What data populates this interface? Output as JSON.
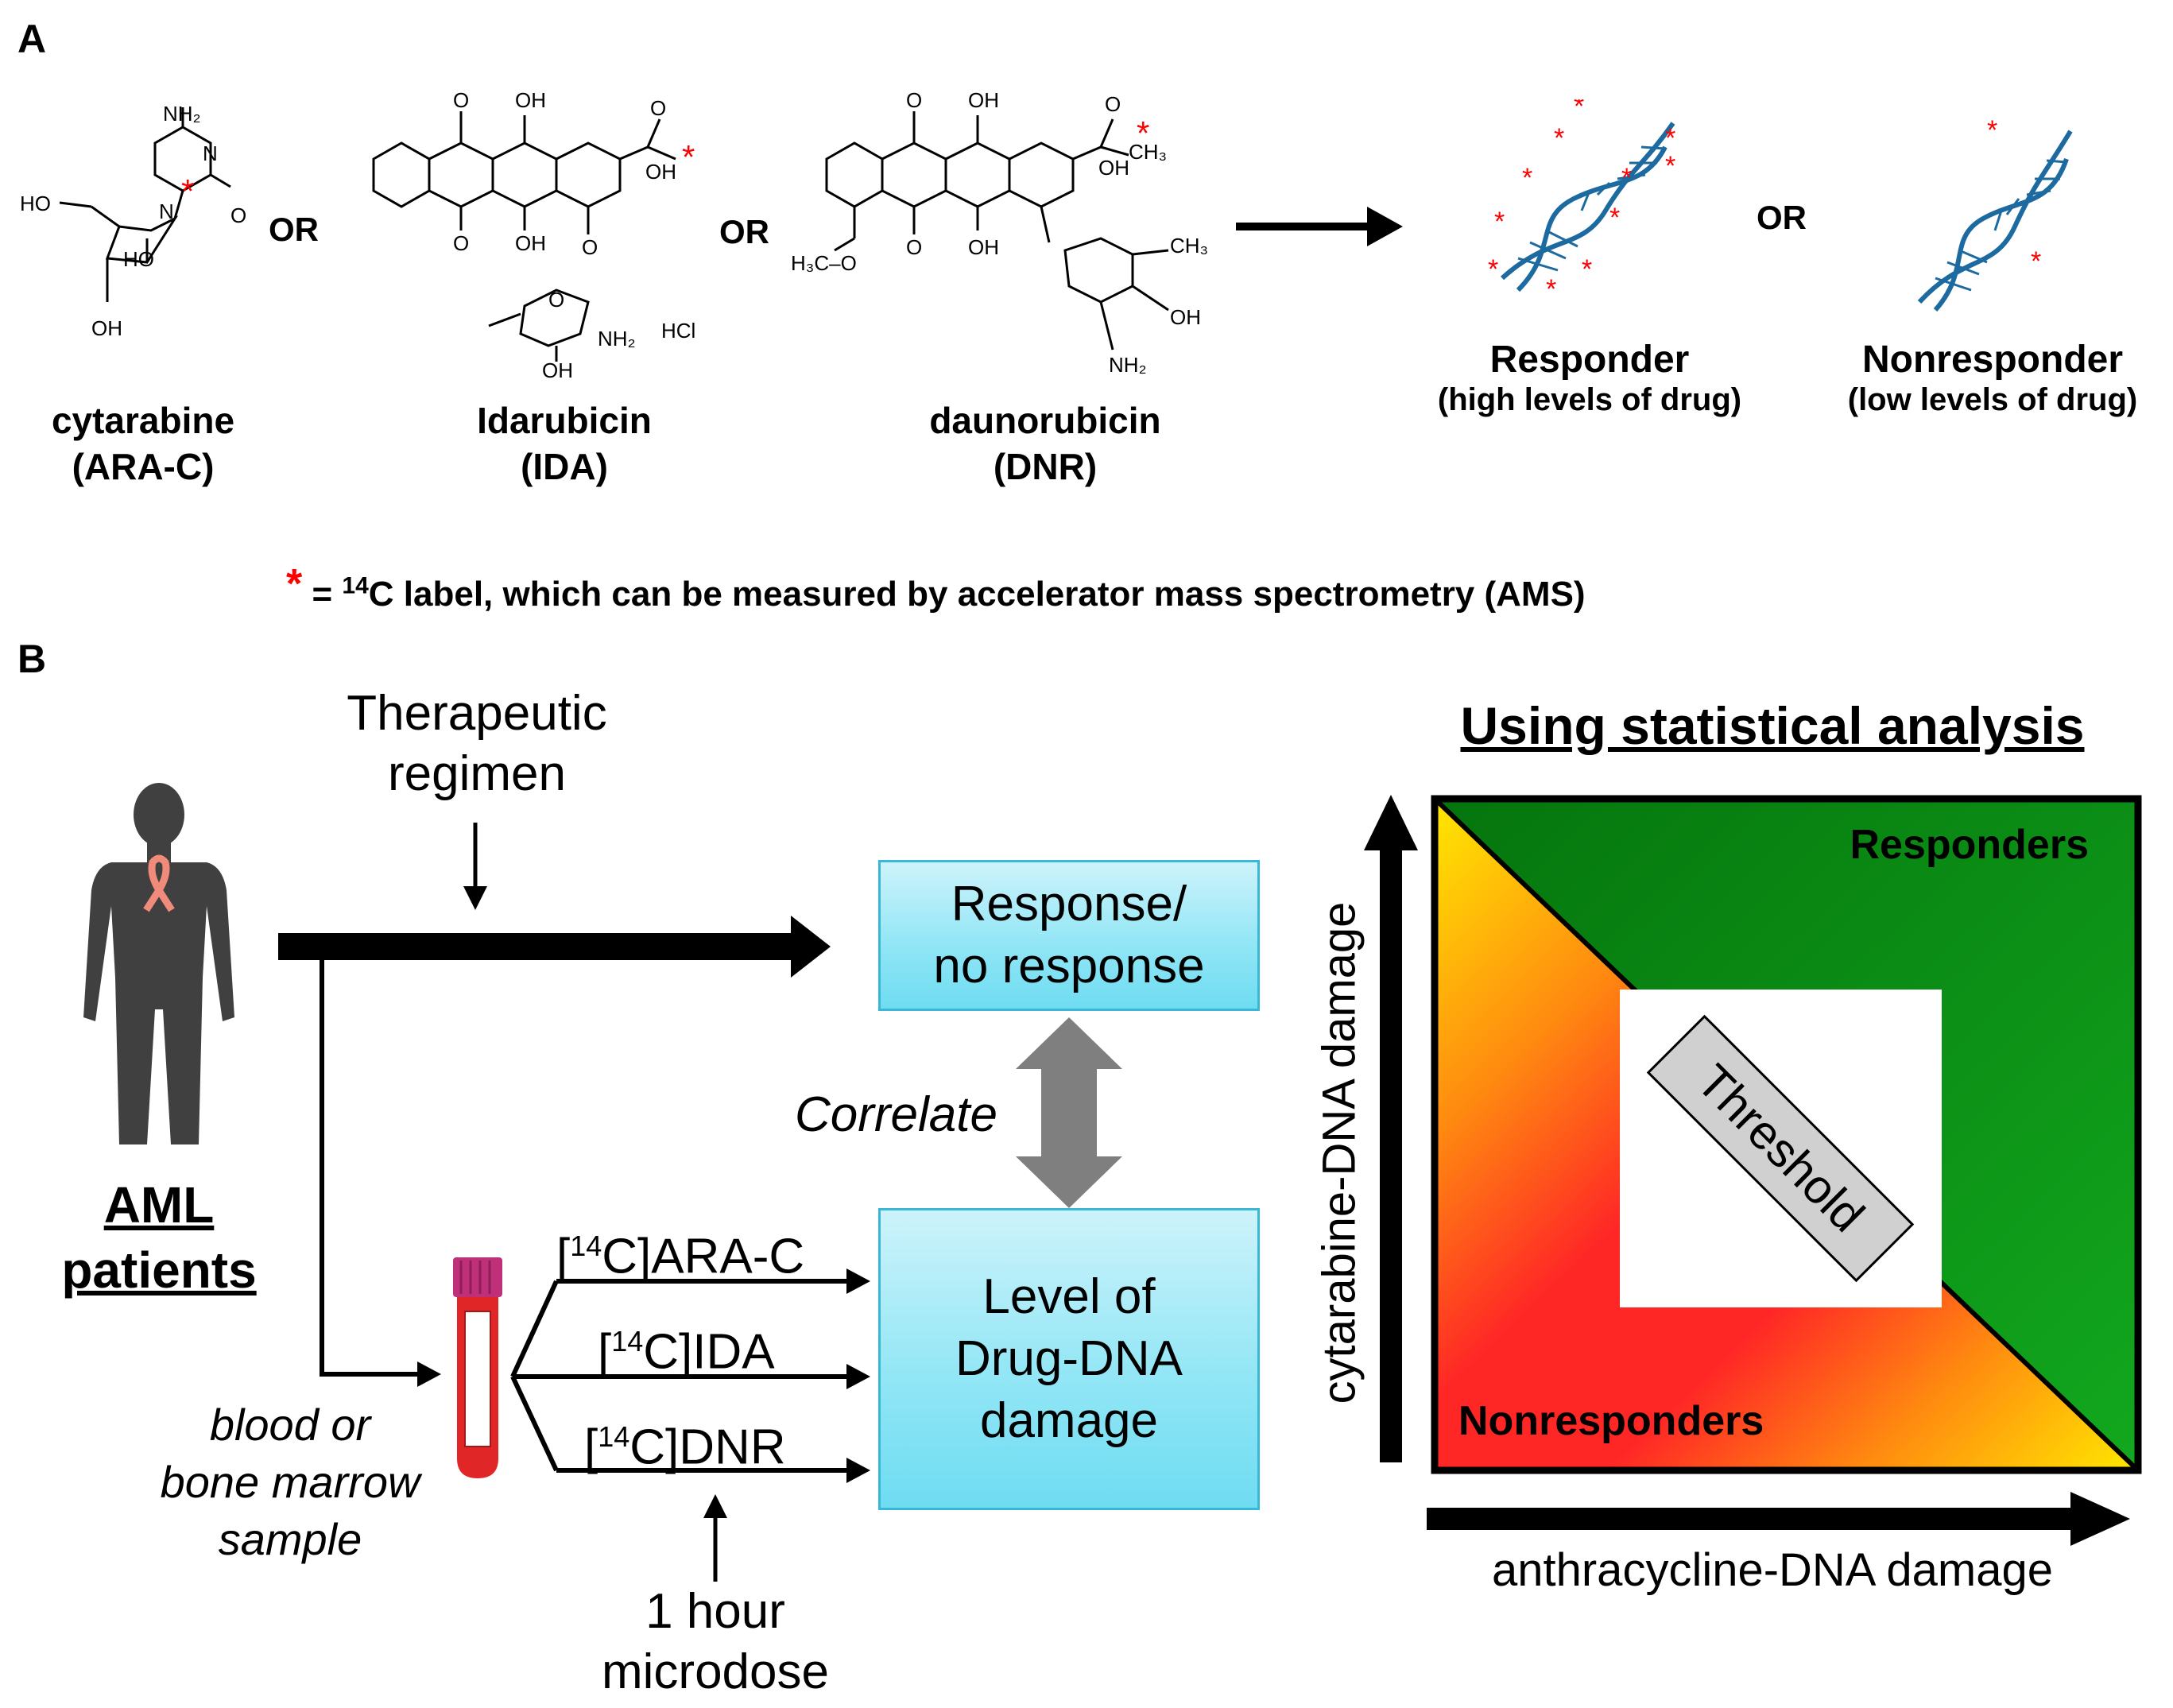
{
  "panel_a": {
    "label": "A",
    "drugs": [
      {
        "name": "cytarabine",
        "abbr": "(ARA-C)"
      },
      {
        "name": "Idarubicin",
        "abbr": "(IDA)"
      },
      {
        "name": "daunorubicin",
        "abbr": "(DNR)"
      }
    ],
    "or_label": "OR",
    "responder": {
      "title": "Responder",
      "subtitle": "(high levels of drug)"
    },
    "nonresponder": {
      "title": "Nonresponder",
      "subtitle": "(low levels of drug)"
    },
    "footnote": {
      "star": "*",
      "prefix": "= ",
      "isotope": "14",
      "text": "C label, which can be measured by accelerator mass spectrometry (AMS)"
    },
    "chem_labels": {
      "nh2": "NH₂",
      "ho": "HO",
      "oh": "OH",
      "o": "O",
      "n": "N",
      "hcl": "HCl",
      "ch3": "CH₃",
      "h3co": "H₃C–O",
      "star": "*"
    }
  },
  "panel_b": {
    "label": "B",
    "therapeutic_regimen": [
      "Therapeutic",
      "regimen"
    ],
    "patients": [
      "AML",
      "patients"
    ],
    "sample": [
      "blood or",
      "bone marrow",
      "sample"
    ],
    "response_box": [
      "Response/",
      "no response"
    ],
    "correlate": "Correlate",
    "damage_box": [
      "Level of",
      "Drug-DNA",
      "damage"
    ],
    "labels": [
      {
        "isotope": "14",
        "text": "C]ARA-C"
      },
      {
        "isotope": "14",
        "text": "C]IDA"
      },
      {
        "isotope": "14",
        "text": "C]DNR"
      }
    ],
    "microdose": [
      "1 hour",
      "microdose"
    ],
    "stats_title": "Using statistical analysis",
    "y_axis": "cytarabine-DNA damage",
    "x_axis": "anthracycline-DNA damage",
    "responders": "Responders",
    "nonresponders": "Nonresponders",
    "threshold": "Threshold"
  },
  "colors": {
    "green": "#0a8a12",
    "red": "#ff2626",
    "yellow": "#ffe800",
    "orange": "#ff8a10",
    "dna": "#1c6aa0",
    "box_border": "#39b7d6",
    "arrow_gray": "#7f7f7f",
    "human": "#404040",
    "ribbon": "#f08a7a",
    "tube_cap": "#c0307a",
    "tube_blood": "#e02626"
  }
}
